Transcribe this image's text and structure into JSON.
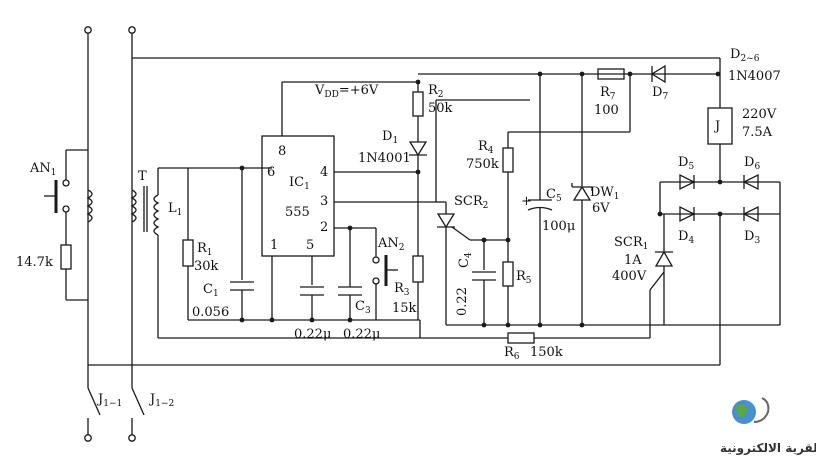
{
  "labels": {
    "AN1": "AN",
    "AN1_sub": "1",
    "R14k7": "14.7k",
    "T": "T",
    "L1": "L",
    "L1_sub": "1",
    "R1": "R",
    "R1_sub": "1",
    "R1_val": "30k",
    "C1": "C",
    "C1_sub": "1",
    "C1_val": "0.056",
    "pin8": "8",
    "pin6": "6",
    "pin4": "4",
    "pin3": "3",
    "pin2": "2",
    "pin1": "1",
    "pin5": "5",
    "IC1": "IC",
    "IC1_sub": "1",
    "IC1_type": "555",
    "VDD": "V",
    "VDD_sub": "DD",
    "VDD_val": "=+6V",
    "R2": "R",
    "R2_sub": "2",
    "R2_val": "50k",
    "D1": "D",
    "D1_sub": "1",
    "D1_type": "1N4001",
    "C_022_a": "0.22μ",
    "C_022_b": "0.22μ",
    "C3": "C",
    "C3_sub": "3",
    "AN2": "AN",
    "AN2_sub": "2",
    "R3": "R",
    "R3_sub": "3",
    "R3_val": "15k",
    "R4": "R",
    "R4_sub": "4",
    "R4_val": "750k",
    "SCR2": "SCR",
    "SCR2_sub": "2",
    "C4": "C",
    "C4_sub": "4",
    "C4_val": "0.22",
    "R5": "R",
    "R5_sub": "5",
    "R6": "R",
    "R6_sub": "6",
    "R6_val": "150k",
    "C5": "C",
    "C5_sub": "5",
    "C5_val": "100μ",
    "DW1": "DW",
    "DW1_sub": "1",
    "DW1_val": "6V",
    "R7": "R",
    "R7_sub": "7",
    "R7_val": "100",
    "D7": "D",
    "D7_sub": "7",
    "D26": "D",
    "D26_sub": "2~6",
    "D26_type": "1N4007",
    "J": "J",
    "J_volt": "220V",
    "J_amp": "7.5A",
    "D5": "D",
    "D5_sub": "5",
    "D6": "D",
    "D6_sub": "6",
    "D4": "D",
    "D4_sub": "4",
    "D3": "D",
    "D3_sub": "3",
    "SCR1": "SCR",
    "SCR1_sub": "1",
    "SCR1_cur": "1A",
    "SCR1_volt": "400V",
    "J11": "J",
    "J11_sub": "1−1",
    "J12": "J",
    "J12_sub": "1−2"
  },
  "watermark": {
    "text": "القرية الالكترونية"
  },
  "colors": {
    "ink": "#1a1a1a",
    "background": "#ffffff"
  }
}
